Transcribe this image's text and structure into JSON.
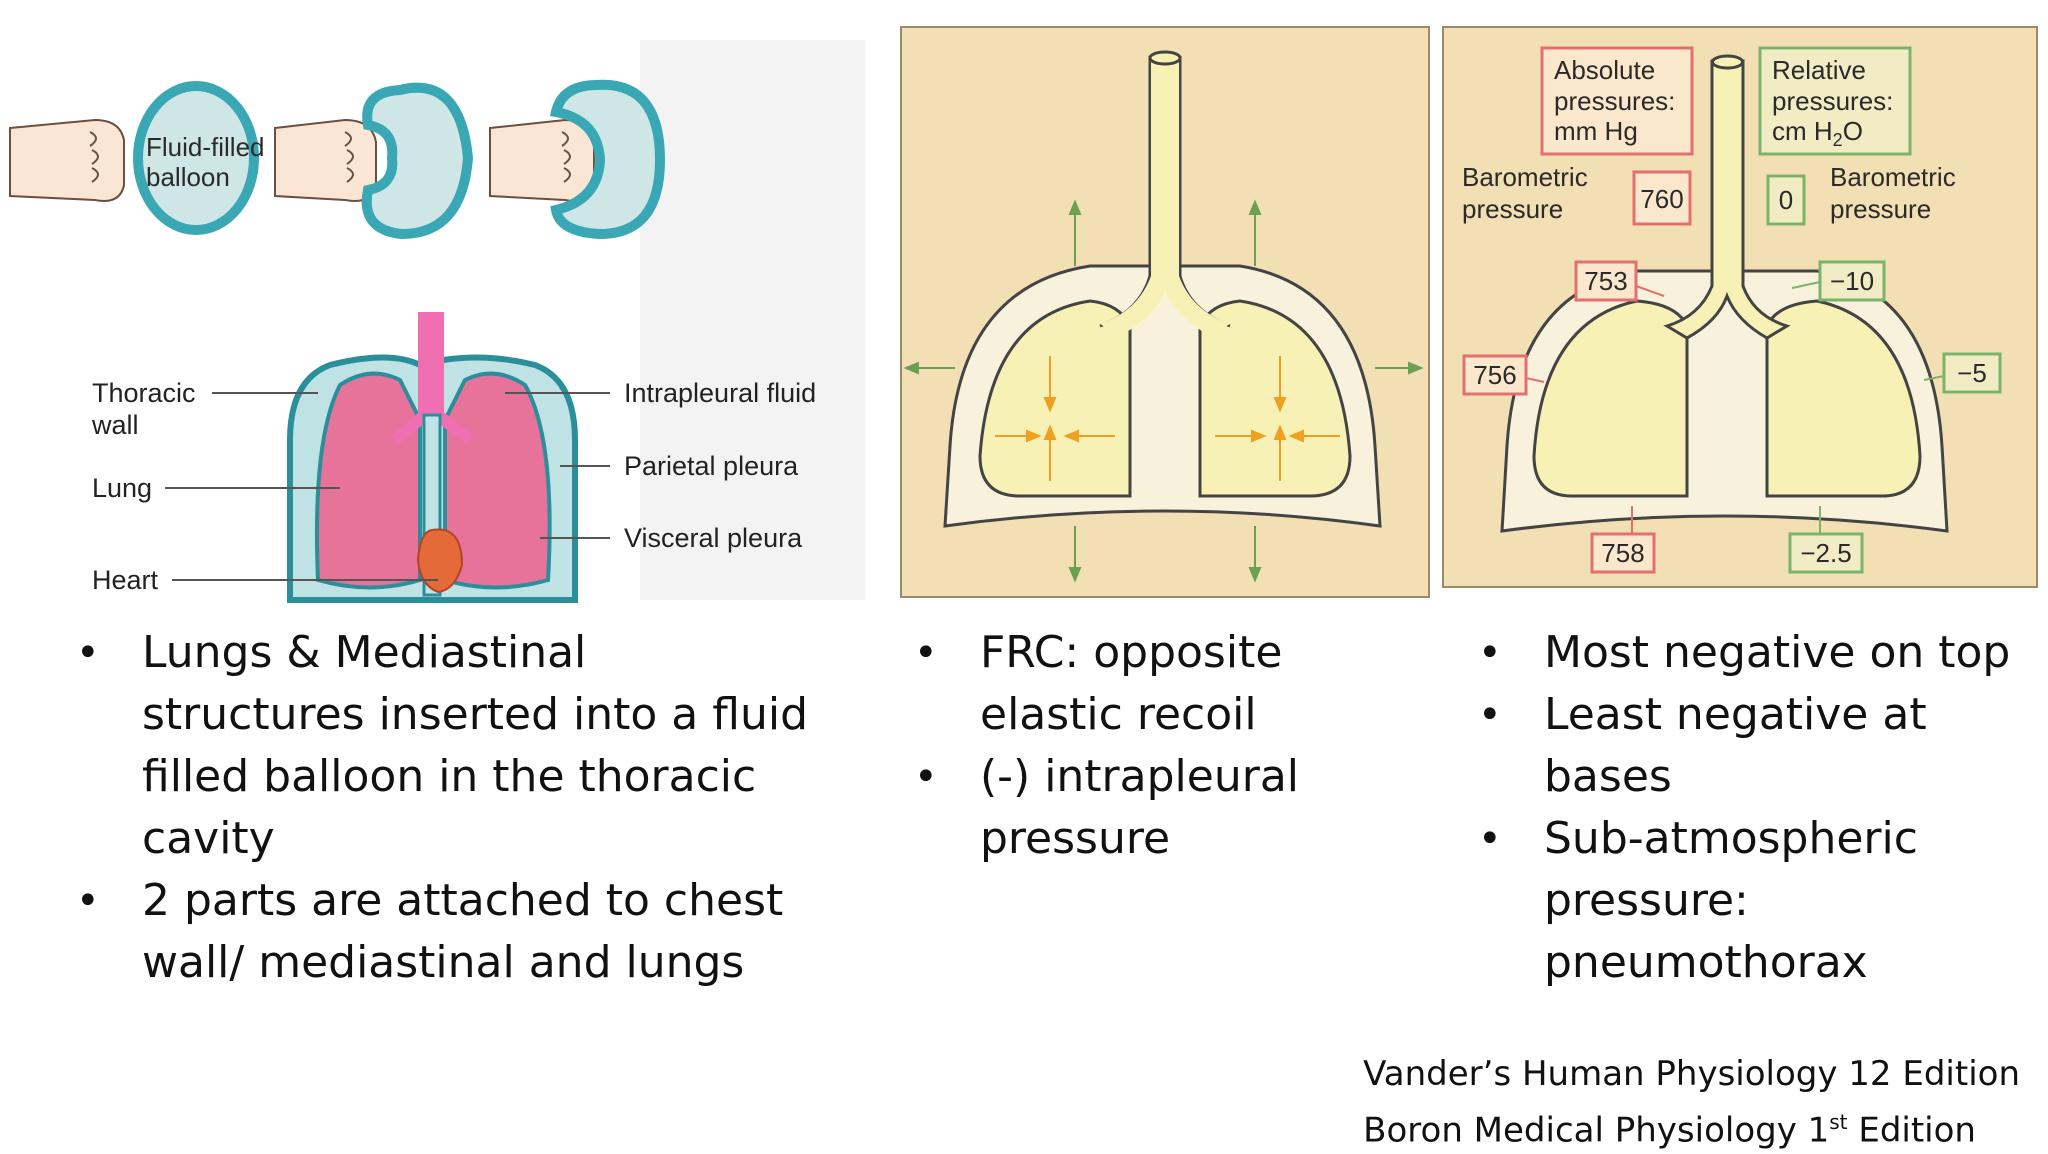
{
  "left_figure": {
    "balloon_label_line1": "Fluid-filled",
    "balloon_label_line2": "balloon",
    "label_thoracic_line1": "Thoracic",
    "label_thoracic_line2": "wall",
    "label_lung": "Lung",
    "label_heart": "Heart",
    "label_intrapleural": "Intrapleural fluid",
    "label_parietal": "Parietal pleura",
    "label_visceral": "Visceral pleura"
  },
  "right_figure": {
    "abs_box_line1": "Absolute",
    "abs_box_line2": "pressures:",
    "abs_box_line3": "mm Hg",
    "rel_box_line1": "Relative",
    "rel_box_line2": "pressures:",
    "rel_box_line3": "cm H",
    "rel_box_sub": "2",
    "rel_box_line3b": "O",
    "baro_line1": "Barometric",
    "baro_line2": "pressure",
    "abs_baro": "760",
    "rel_baro": "0",
    "abs_top": "753",
    "rel_top": "−10",
    "abs_mid": "756",
    "rel_mid": "−5",
    "abs_base": "758",
    "rel_base": "−2.5"
  },
  "bullets_left": [
    "Lungs & Mediastinal structures inserted into a fluid filled balloon in the thoracic cavity",
    "2 parts are attached to chest wall/ mediastinal and lungs"
  ],
  "bullets_middle": [
    "FRC: opposite elastic recoil",
    "(-) intrapleural pressure"
  ],
  "bullets_right": [
    "Most negative on top",
    "Least negative at bases",
    "Sub-atmospheric pressure: pneumothorax"
  ],
  "references": {
    "line1": "Vander’s Human Physiology 12 Edition",
    "line2_pre": "Boron Medical Physiology 1",
    "line2_sup": "st",
    "line2_post": " Edition"
  },
  "colors": {
    "pleura_teal": "#3aa7b4",
    "lung_pink": "#e7729a",
    "heart_orange": "#e46a3a",
    "figure_bg": "#f2dfb4",
    "lung_yellow": "#f8f1b6",
    "abs_box_border": "#e2706e",
    "rel_box_border": "#7bb36a"
  }
}
